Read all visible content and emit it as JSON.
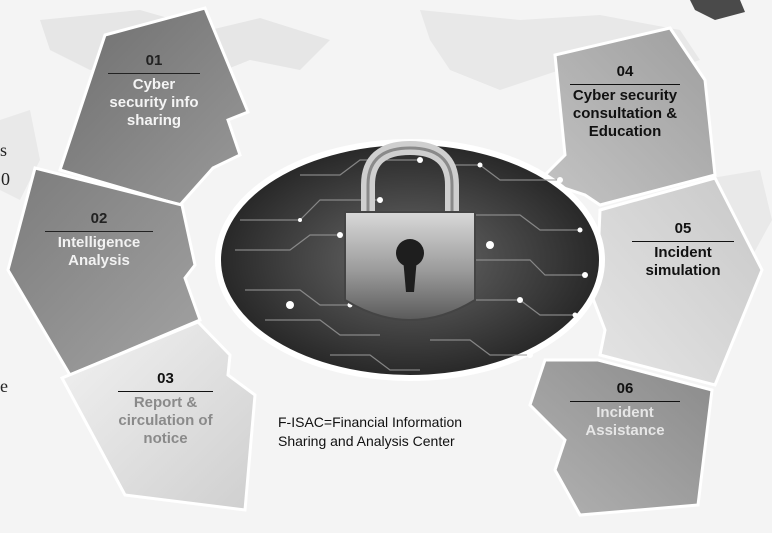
{
  "segments": [
    {
      "num": "01",
      "label": "Cyber security info sharing"
    },
    {
      "num": "02",
      "label": "Intelligence Analysis"
    },
    {
      "num": "03",
      "label": "Report & circulation of notice"
    },
    {
      "num": "04",
      "label": "Cyber security consultation & Education"
    },
    {
      "num": "05",
      "label": "Incident simulation"
    },
    {
      "num": "06",
      "label": "Incident Assistance"
    }
  ],
  "caption": "F-ISAC=Financial Information Sharing and Analysis Center",
  "edge_text": [
    "s",
    "0",
    "e"
  ],
  "colors": {
    "seg01": "#7a7a7a",
    "seg02": "#8a8a8a",
    "seg03": "#e2e2e2",
    "seg04": "#a8a8a8",
    "seg05": "#d6d6d6",
    "seg06": "#9a9a9a",
    "lock_dark": "#2b2b2b",
    "lock_metal": "#bfbfbf"
  },
  "icons": [
    "padlock-icon",
    "circuit-board-icon"
  ]
}
